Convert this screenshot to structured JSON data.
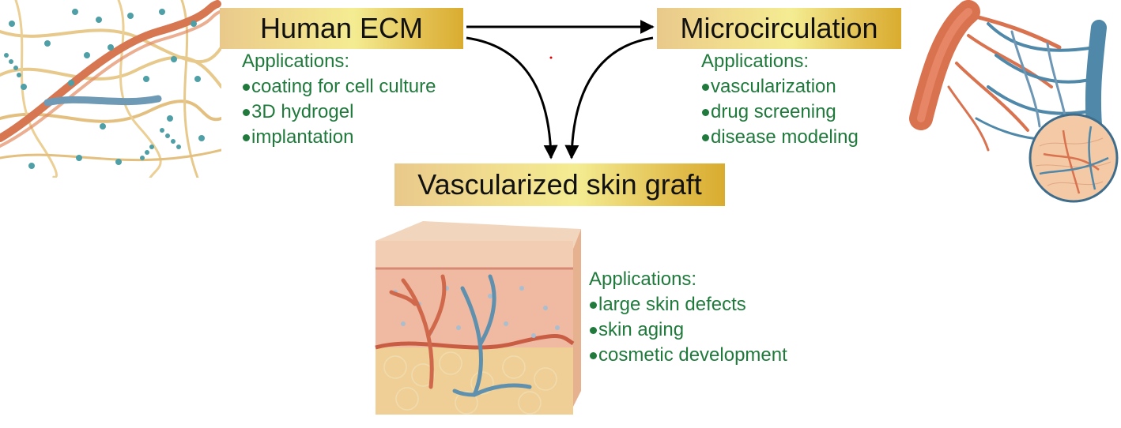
{
  "nodes": {
    "human_ecm": {
      "title": "Human ECM",
      "applications_label": "Applications:",
      "applications": [
        "coating for cell culture",
        "3D hydrogel",
        "implantation"
      ]
    },
    "microcirculation": {
      "title": "Microcirculation",
      "applications_label": "Applications:",
      "applications": [
        "vascularization",
        "drug screening",
        "disease modeling"
      ]
    },
    "skin_graft": {
      "title": "Vascularized skin graft",
      "applications_label": "Applications:",
      "applications": [
        "large skin defects",
        "skin aging",
        "cosmetic development"
      ]
    }
  },
  "edges": [
    {
      "from": "Human ECM",
      "to": "Microcirculation"
    },
    {
      "from": "Human ECM",
      "to": "Vascularized skin graft"
    },
    {
      "from": "Microcirculation",
      "to": "Vascularized skin graft"
    }
  ],
  "colors": {
    "application_text": "#1f7a3c",
    "title_text": "#111111",
    "arrow": "#000000",
    "box_gradient_light": "#f4ec92",
    "box_gradient_dark": "#d9ac2f"
  },
  "illustrations": [
    "ecm-fibers-illustration",
    "blood-vessel-network-illustration",
    "skin-cross-section-illustration"
  ]
}
